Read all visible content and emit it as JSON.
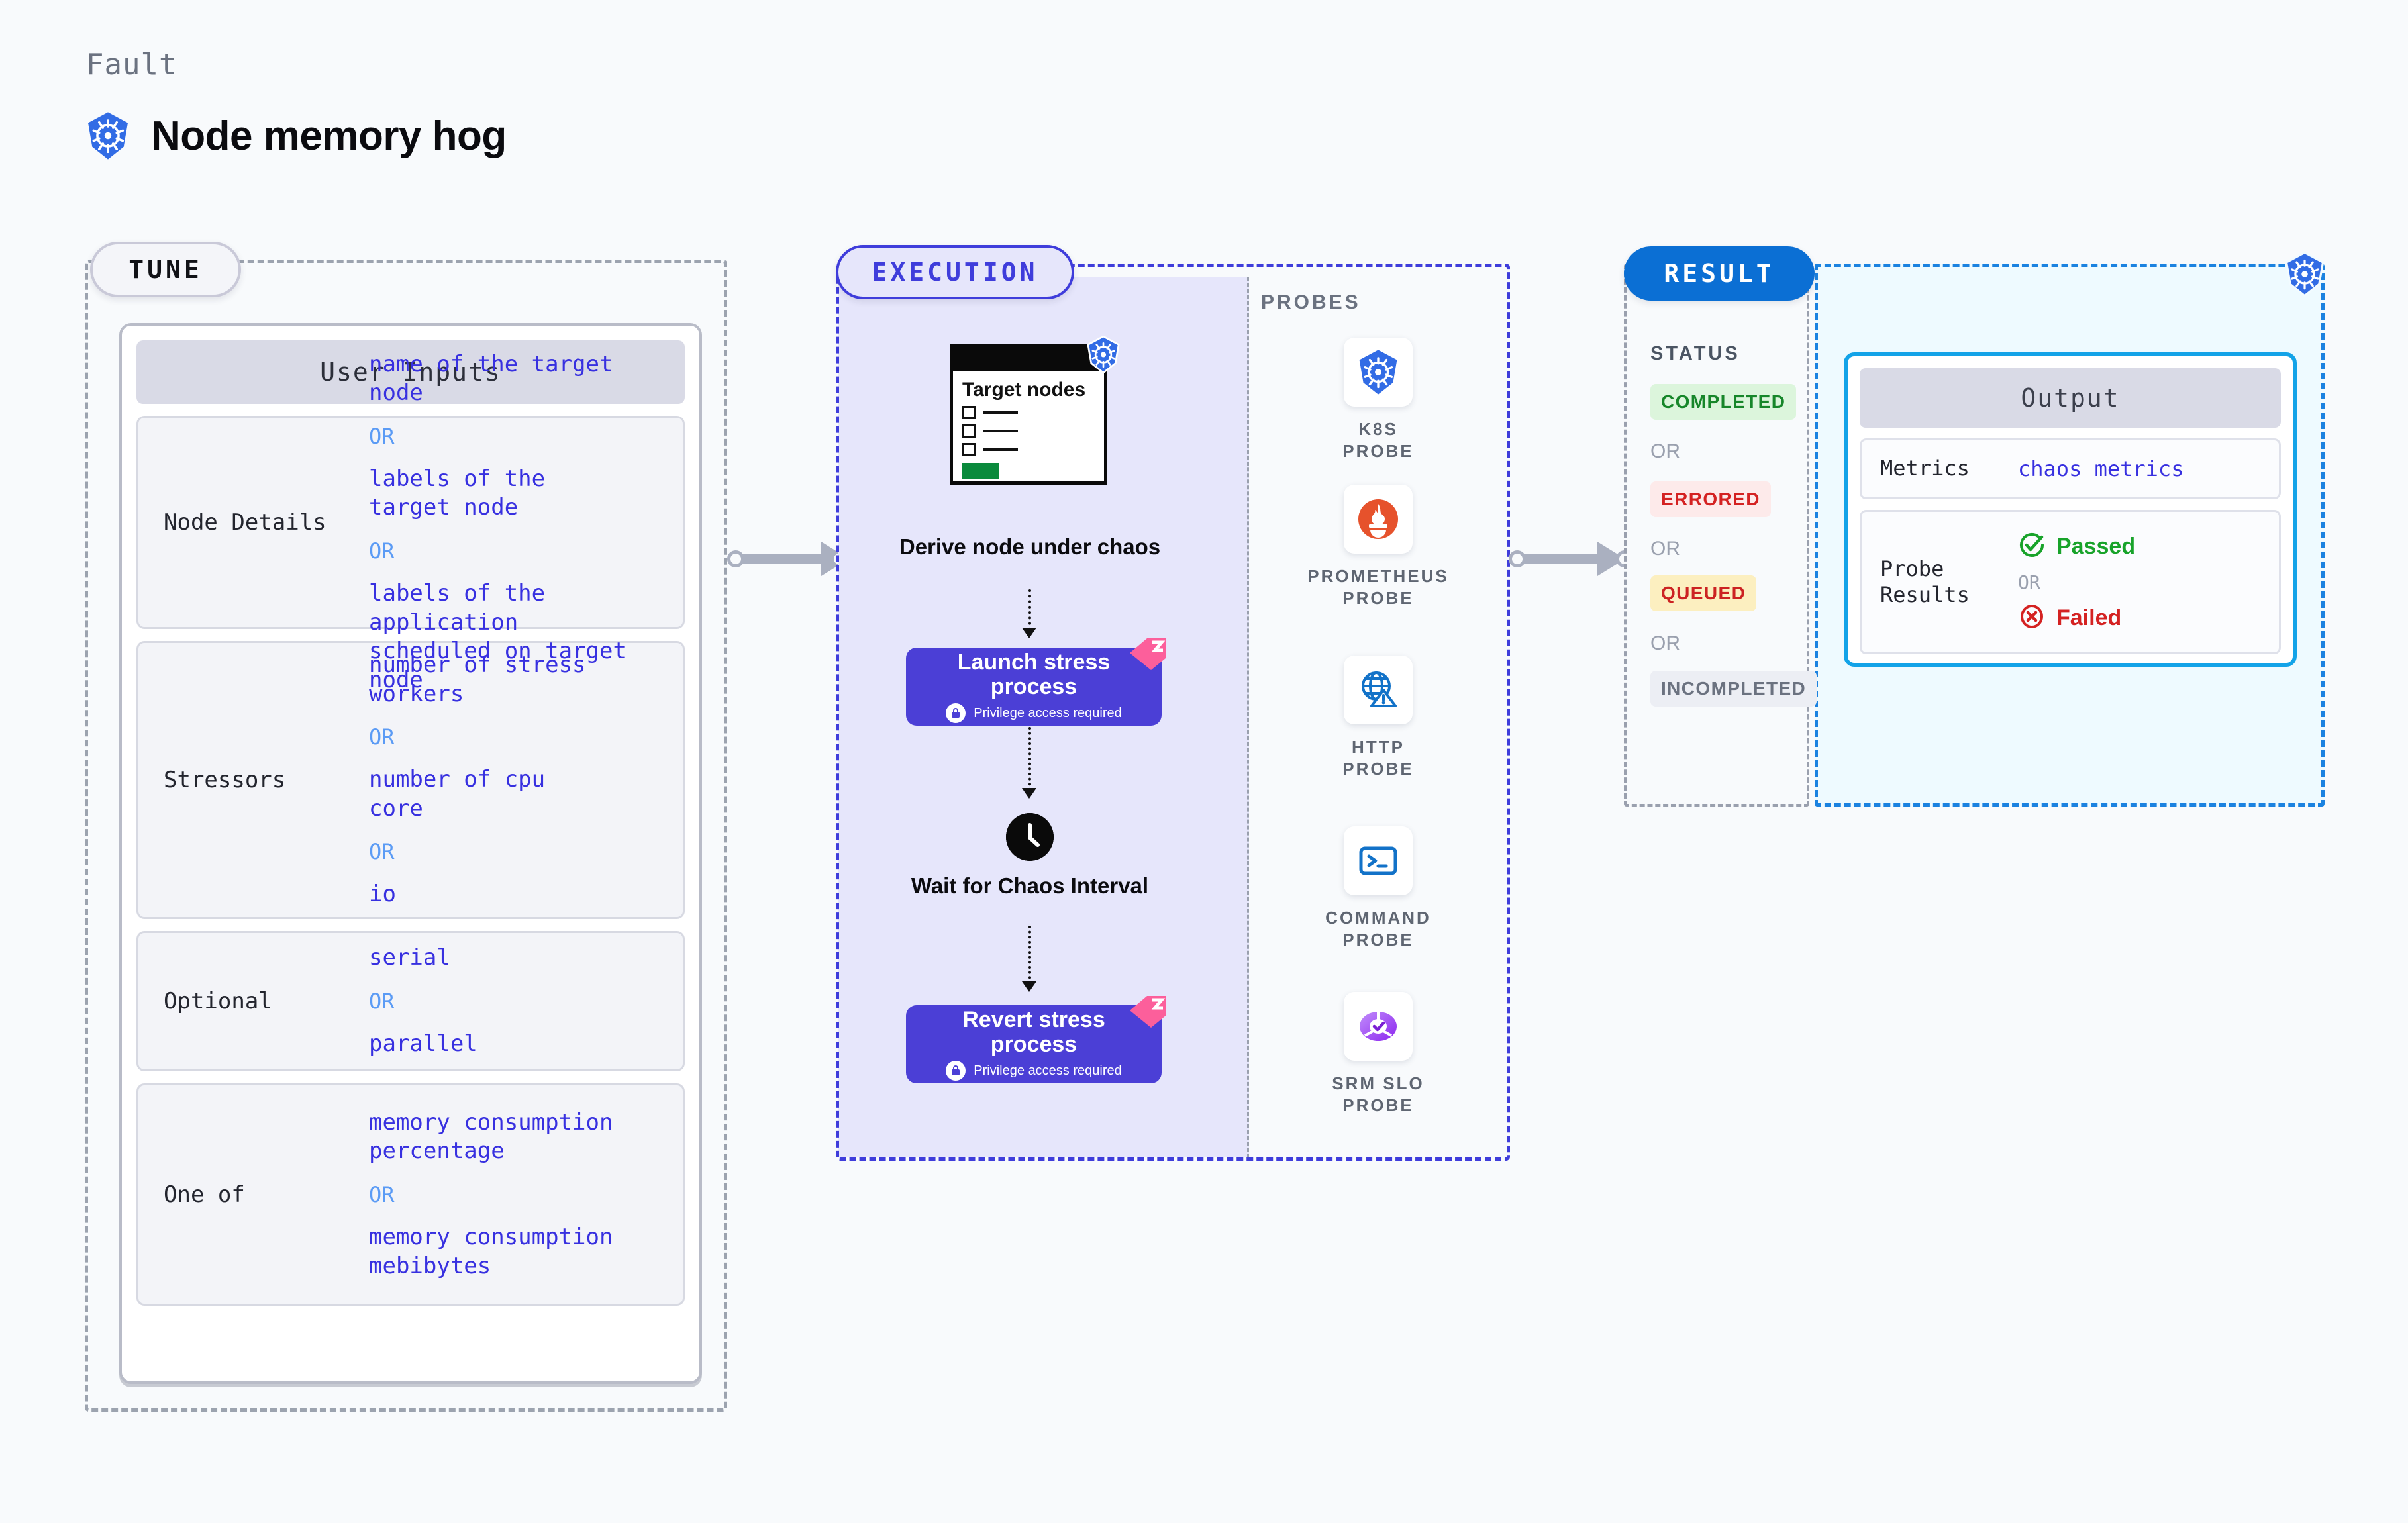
{
  "header": {
    "eyebrow": "Fault",
    "title": "Node memory hog",
    "icon": "kubernetes-icon"
  },
  "tune": {
    "pill_label": "TUNE",
    "card_title": "User Inputs",
    "rows": [
      {
        "label": "Node Details",
        "values": [
          "name of the target\nnode",
          "labels of the\ntarget node",
          "labels of the application\n scheduled on target node"
        ],
        "separator": "OR"
      },
      {
        "label": "Stressors",
        "values": [
          "number of stress\nworkers",
          "number of cpu\ncore",
          "io"
        ],
        "separator": "OR"
      },
      {
        "label": "Optional",
        "values": [
          "serial",
          "parallel"
        ],
        "separator": "OR"
      },
      {
        "label": "One of",
        "values": [
          "memory consumption\npercentage",
          "memory consumption\nmebibytes"
        ],
        "separator": "OR"
      }
    ]
  },
  "execution": {
    "pill_label": "EXECUTION",
    "target_card": {
      "title": "Target nodes",
      "icon": "kubernetes-icon",
      "checkbox_count": 3,
      "button_color": "#0a8a3c"
    },
    "steps": [
      {
        "name": "derive-node",
        "caption": "Derive node under chaos"
      },
      {
        "name": "launch-stress",
        "caption": "Launch stress process",
        "sub": "Privilege access required",
        "icon": "lock-icon"
      },
      {
        "name": "wait-interval",
        "caption": "Wait for Chaos Interval",
        "icon": "clock-icon"
      },
      {
        "name": "revert-stress",
        "caption": "Revert stress process",
        "sub": "Privilege access required",
        "icon": "lock-icon"
      }
    ]
  },
  "probes": {
    "title": "PROBES",
    "items": [
      {
        "label": "K8S PROBE",
        "icon": "kubernetes-icon"
      },
      {
        "label": "PROMETHEUS PROBE",
        "icon": "prometheus-icon"
      },
      {
        "label": "HTTP PROBE",
        "icon": "globe-warning-icon"
      },
      {
        "label": "COMMAND PROBE",
        "icon": "terminal-icon"
      },
      {
        "label": "SRM SLO PROBE",
        "icon": "slo-donut-icon"
      }
    ]
  },
  "result": {
    "pill_label": "RESULT",
    "status_title": "STATUS",
    "separator": "OR",
    "badges": [
      {
        "label": "COMPLETED",
        "bg": "#dcf5dc",
        "fg": "#17862a"
      },
      {
        "label": "ERRORED",
        "bg": "#fdeaea",
        "fg": "#d42222"
      },
      {
        "label": "QUEUED",
        "bg": "#fcefc0",
        "fg": "#cc2222"
      },
      {
        "label": "INCOMPLETED",
        "bg": "#eceef4",
        "fg": "#6b7280"
      }
    ],
    "corner_icon": "kubernetes-icon",
    "output": {
      "title": "Output",
      "metrics_label": "Metrics",
      "metrics_value": "chaos metrics",
      "probe_label": "Probe Results",
      "separator": "OR",
      "passed": {
        "label": "Passed",
        "color": "#18a32a",
        "icon": "check-circle-icon"
      },
      "failed": {
        "label": "Failed",
        "color": "#d42222",
        "icon": "x-circle-icon"
      }
    }
  }
}
